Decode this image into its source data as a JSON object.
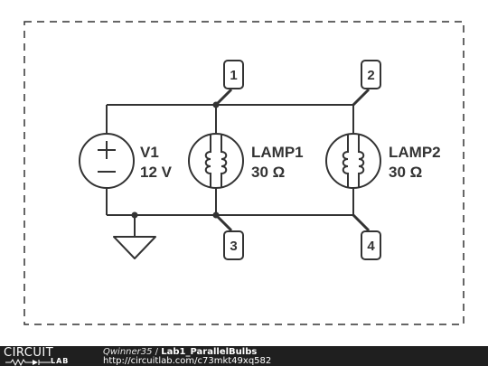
{
  "colors": {
    "wire": "#333333",
    "footer_bg": "#1f1f1f",
    "background": "#ffffff"
  },
  "components": {
    "v1": {
      "name": "V1",
      "value": "12 V"
    },
    "lamp1": {
      "name": "LAMP1",
      "value": "30 Ω"
    },
    "lamp2": {
      "name": "LAMP2",
      "value": "30 Ω"
    }
  },
  "nodes": [
    "1",
    "2",
    "3",
    "4"
  ],
  "footer": {
    "logo_word_1": "CIRCUIT",
    "logo_word_2": "LAB",
    "user": "Qwinner35",
    "separator": " / ",
    "title": "Lab1_ParallelBulbs",
    "url": "http://circuitlab.com/c73mkt49xq582"
  }
}
